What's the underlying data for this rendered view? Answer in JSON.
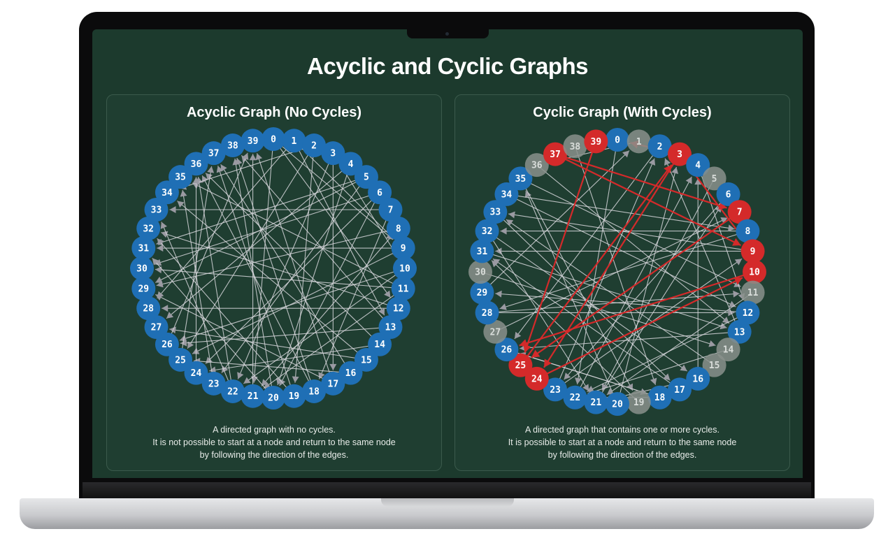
{
  "title": "Acyclic and Cyclic Graphs",
  "colors": {
    "background": "#1c3a2d",
    "node_blue": "#1f6fb5",
    "node_red": "#d42a2a",
    "node_gray": "#8a918c",
    "edge": "#d6d6da",
    "arrow": "#9a9aa2",
    "edge_red": "#d42a2a"
  },
  "left_panel": {
    "title": "Acyclic Graph (No Cycles)",
    "description": [
      "A directed graph with no cycles.",
      "It is not possible to start at a node and return to the same node",
      "by following the direction of the edges."
    ],
    "node_count": 40,
    "red_nodes": [],
    "gray_nodes": [],
    "edges": [
      [
        0,
        21
      ],
      [
        1,
        28
      ],
      [
        2,
        19
      ],
      [
        3,
        22
      ],
      [
        4,
        27
      ],
      [
        5,
        31
      ],
      [
        6,
        24
      ],
      [
        7,
        33
      ],
      [
        8,
        29
      ],
      [
        9,
        31
      ],
      [
        10,
        26
      ],
      [
        11,
        35
      ],
      [
        12,
        28
      ],
      [
        13,
        38
      ],
      [
        14,
        36
      ],
      [
        15,
        34
      ],
      [
        16,
        37
      ],
      [
        17,
        39
      ],
      [
        18,
        38
      ],
      [
        0,
        12
      ],
      [
        1,
        9
      ],
      [
        2,
        25
      ],
      [
        3,
        17
      ],
      [
        4,
        20
      ],
      [
        5,
        23
      ],
      [
        6,
        30
      ],
      [
        7,
        18
      ],
      [
        8,
        21
      ],
      [
        9,
        25
      ],
      [
        10,
        22
      ],
      [
        11,
        30
      ],
      [
        12,
        32
      ],
      [
        13,
        26
      ],
      [
        14,
        24
      ],
      [
        15,
        27
      ],
      [
        16,
        25
      ],
      [
        17,
        29
      ],
      [
        18,
        36
      ],
      [
        19,
        37
      ],
      [
        20,
        38
      ],
      [
        21,
        39
      ],
      [
        22,
        36
      ],
      [
        23,
        35
      ],
      [
        0,
        9
      ],
      [
        1,
        13
      ],
      [
        2,
        34
      ],
      [
        3,
        10
      ],
      [
        5,
        29
      ],
      [
        6,
        20
      ],
      [
        11,
        21
      ],
      [
        19,
        32
      ],
      [
        20,
        31
      ],
      [
        22,
        33
      ],
      [
        23,
        27
      ],
      [
        24,
        36
      ],
      [
        25,
        37
      ],
      [
        26,
        39
      ]
    ]
  },
  "right_panel": {
    "title": "Cyclic Graph (With Cycles)",
    "description": [
      "A directed graph that contains one or more cycles.",
      "It is possible to start at a node and return to the same node",
      "by following the direction of the edges."
    ],
    "node_count": 40,
    "red_nodes": [
      3,
      7,
      9,
      10,
      24,
      25,
      37,
      39
    ],
    "gray_nodes": [
      1,
      5,
      11,
      14,
      15,
      19,
      27,
      30,
      36,
      38
    ],
    "edges": [
      [
        9,
        33
      ],
      [
        9,
        31
      ],
      [
        8,
        32
      ],
      [
        13,
        26
      ],
      [
        12,
        29
      ],
      [
        16,
        21
      ],
      [
        18,
        22
      ],
      [
        17,
        31
      ],
      [
        20,
        35
      ],
      [
        22,
        4
      ],
      [
        21,
        6
      ],
      [
        23,
        2
      ],
      [
        28,
        12
      ],
      [
        29,
        1
      ],
      [
        31,
        13
      ],
      [
        32,
        16
      ],
      [
        33,
        17
      ],
      [
        34,
        12
      ],
      [
        35,
        11
      ],
      [
        36,
        13
      ],
      [
        38,
        18
      ],
      [
        0,
        22
      ],
      [
        2,
        26
      ],
      [
        4,
        12
      ],
      [
        5,
        21
      ],
      [
        6,
        23
      ],
      [
        8,
        28
      ],
      [
        13,
        2
      ],
      [
        14,
        22
      ],
      [
        15,
        33
      ],
      [
        16,
        4
      ],
      [
        19,
        31
      ],
      [
        20,
        3
      ],
      [
        26,
        18
      ],
      [
        27,
        7
      ],
      [
        30,
        14
      ],
      [
        34,
        8
      ],
      [
        35,
        19
      ],
      [
        1,
        36
      ],
      [
        11,
        21
      ],
      [
        12,
        22
      ],
      [
        18,
        26
      ],
      [
        23,
        9
      ],
      [
        28,
        11
      ],
      [
        32,
        21
      ]
    ],
    "red_edges": [
      [
        39,
        25
      ],
      [
        25,
        3
      ],
      [
        3,
        0
      ],
      [
        9,
        3
      ],
      [
        37,
        7
      ],
      [
        37,
        9
      ],
      [
        3,
        24
      ],
      [
        24,
        10
      ],
      [
        10,
        26
      ],
      [
        7,
        25
      ]
    ]
  }
}
